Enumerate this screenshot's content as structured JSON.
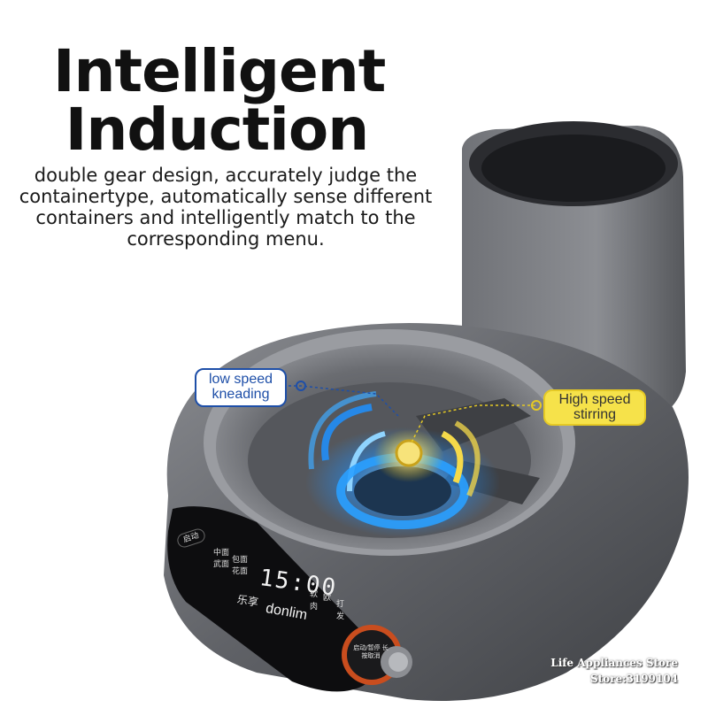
{
  "headline": {
    "line1": "Intelligent",
    "line2": "Induction"
  },
  "description": {
    "line1": "double gear design, accurately judge the",
    "line2": "containertype, automatically sense different",
    "line3": "containers and intelligently match to the",
    "line4": "corresponding menu."
  },
  "callouts": {
    "low_speed": {
      "line1": "low speed",
      "line2": "kneading",
      "color": "#1e4fa8"
    },
    "high_speed": {
      "line1": "High speed",
      "line2": "stirring",
      "color": "#f6e24a"
    }
  },
  "control_panel": {
    "time": "15:00",
    "brand": "donlim",
    "brand_cn": "乐享",
    "start_label": "启动",
    "labels_left": [
      "中面",
      "武面",
      "包面",
      "花面"
    ],
    "labels_right": [
      "软",
      "欧",
      "肉",
      "打",
      "发"
    ],
    "knob_label": "启动/暂停 长按取消"
  },
  "watermark": {
    "line1": "Life Appliances Store",
    "line2": "Store:3199104"
  },
  "colors": {
    "body": "#6e7075",
    "accent_blue": "#1e90ff",
    "accent_yellow": "#f5d94a"
  }
}
